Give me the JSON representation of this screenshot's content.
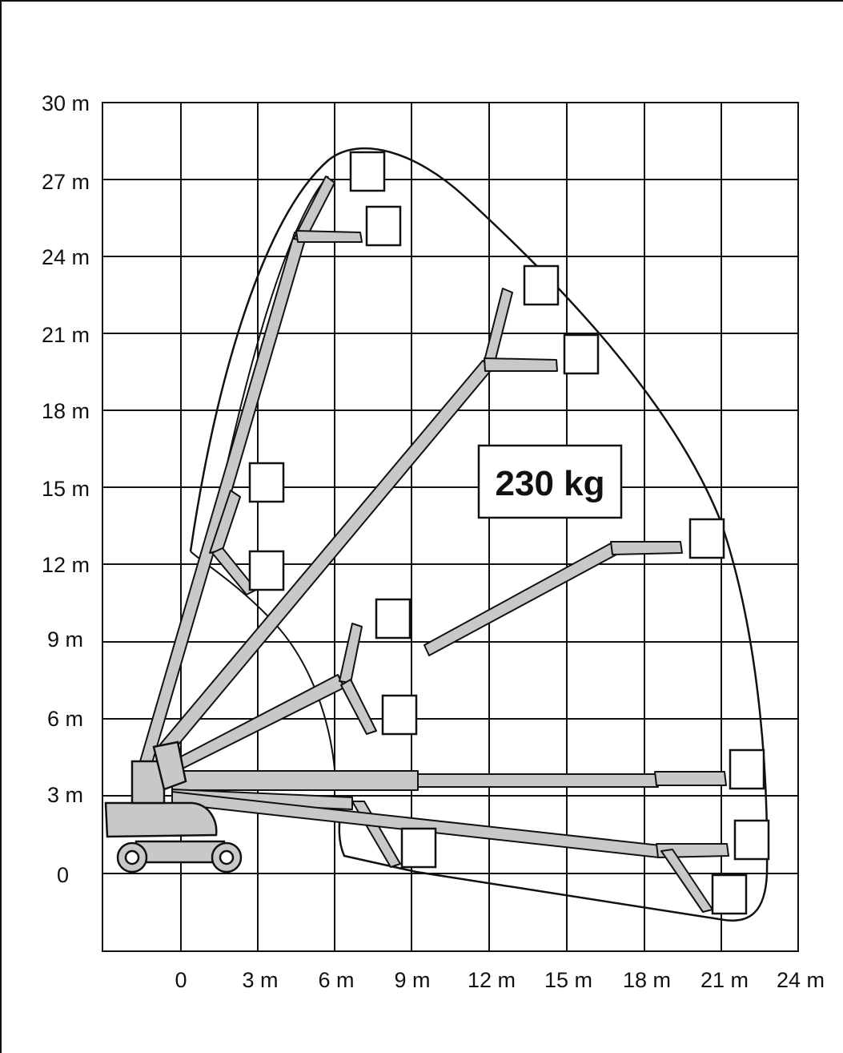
{
  "diagram": {
    "capacity_label": "230 kg",
    "y_ticks": [
      "30 m",
      "27 m",
      "24 m",
      "21 m",
      "18 m",
      "15 m",
      "12 m",
      "9 m",
      "6 m",
      "3 m",
      "0"
    ],
    "x_ticks": [
      "0",
      "3 m",
      "6 m",
      "9 m",
      "12 m",
      "15 m",
      "18 m",
      "21 m",
      "24 m"
    ],
    "colors": {
      "line": "#111111",
      "boom": "#c8c8c8",
      "background": "#ffffff"
    }
  }
}
